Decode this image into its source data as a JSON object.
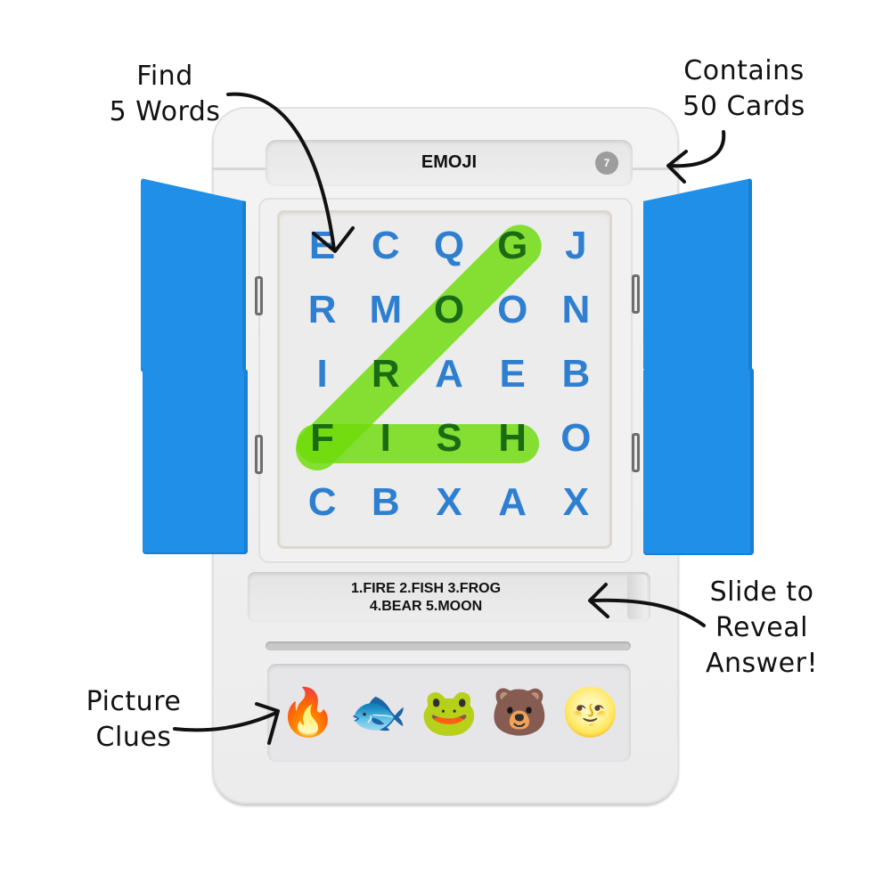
{
  "annotations": {
    "find_words": [
      "Find",
      "5 Words"
    ],
    "contains_cards": [
      "Contains",
      "50 Cards"
    ],
    "slide_reveal": [
      "Slide to",
      "Reveal",
      "Answer!"
    ],
    "picture_clues": [
      "Picture",
      "Clues"
    ]
  },
  "card": {
    "title": "EMOJI",
    "number": "7"
  },
  "grid": {
    "rows": [
      [
        "E",
        "C",
        "Q",
        "G",
        "J"
      ],
      [
        "R",
        "M",
        "O",
        "O",
        "N"
      ],
      [
        "I",
        "R",
        "A",
        "E",
        "B"
      ],
      [
        "F",
        "I",
        "S",
        "H",
        "O"
      ],
      [
        "C",
        "B",
        "X",
        "A",
        "X"
      ]
    ],
    "highlighted_words": [
      "FROG",
      "FISH"
    ]
  },
  "answers": {
    "line1": "1.FIRE 2.FISH 3.FROG",
    "line2": "4.BEAR 5.MOON"
  },
  "clues": [
    {
      "name": "fire-emoji",
      "glyph": "🔥"
    },
    {
      "name": "fish-emoji",
      "glyph": "🐟"
    },
    {
      "name": "frog-emoji",
      "glyph": "🐸"
    },
    {
      "name": "bear-emoji",
      "glyph": "🐻"
    },
    {
      "name": "moon-emoji",
      "glyph": "🌝"
    }
  ],
  "colors": {
    "letter": "#2f7fd1",
    "highlight": "#6edc0a",
    "flap": "#1f8fe8",
    "device": "#f0f0f0"
  }
}
